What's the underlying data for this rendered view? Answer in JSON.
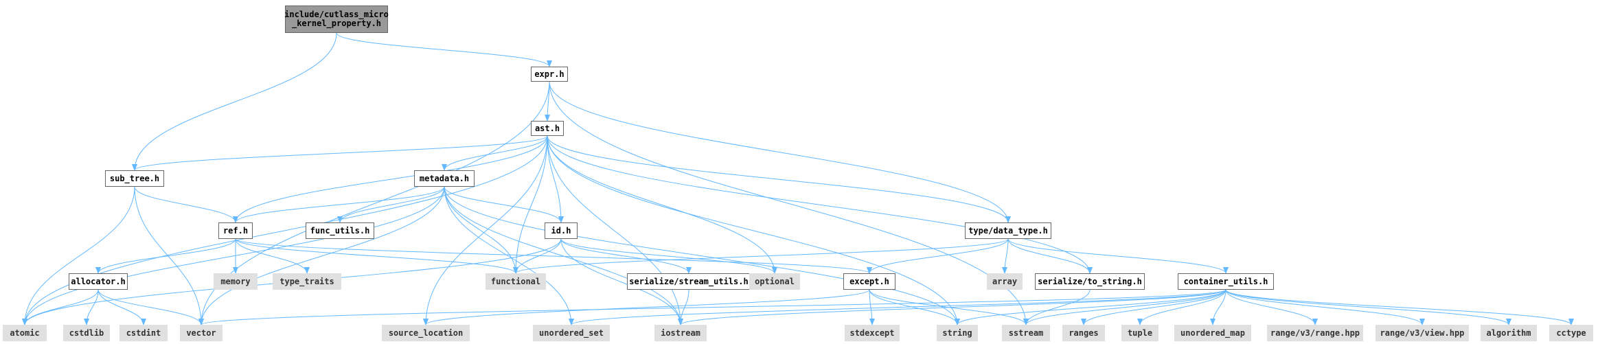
{
  "nodes": {
    "root": "include/cutlass_micro\n_kernel_property.h",
    "expr": "expr.h",
    "ast": "ast.h",
    "sub_tree": "sub_tree.h",
    "metadata": "metadata.h",
    "ref": "ref.h",
    "func_utils": "func_utils.h",
    "id": "id.h",
    "type_data_type": "type/data_type.h",
    "allocator": "allocator.h",
    "memory": "memory",
    "type_traits": "type_traits",
    "functional": "functional",
    "serialize_stream_utils": "serialize/stream_utils.h",
    "optional": "optional",
    "except": "except.h",
    "array": "array",
    "serialize_to_string": "serialize/to_string.h",
    "container_utils": "container_utils.h",
    "atomic": "atomic",
    "cstdlib": "cstdlib",
    "cstdint": "cstdint",
    "vector": "vector",
    "source_location": "source_location",
    "unordered_set": "unordered_set",
    "iostream": "iostream",
    "stdexcept": "stdexcept",
    "string": "string",
    "sstream": "sstream",
    "ranges": "ranges",
    "tuple": "tuple",
    "unordered_map": "unordered_map",
    "range_v3_range": "range/v3/range.hpp",
    "range_v3_view": "range/v3/view.hpp",
    "algorithm": "algorithm",
    "cctype": "cctype"
  },
  "edges": [
    [
      "root",
      "expr"
    ],
    [
      "root",
      "sub_tree"
    ],
    [
      "expr",
      "ast"
    ],
    [
      "expr",
      "vector"
    ],
    [
      "expr",
      "type_data_type"
    ],
    [
      "expr",
      "sstream"
    ],
    [
      "ast",
      "sub_tree"
    ],
    [
      "ast",
      "metadata"
    ],
    [
      "ast",
      "ref"
    ],
    [
      "ast",
      "id"
    ],
    [
      "ast",
      "type_data_type"
    ],
    [
      "ast",
      "functional"
    ],
    [
      "ast",
      "optional"
    ],
    [
      "ast",
      "serialize_to_string"
    ],
    [
      "ast",
      "atomic"
    ],
    [
      "ast",
      "source_location"
    ],
    [
      "ast",
      "iostream"
    ],
    [
      "ast",
      "string"
    ],
    [
      "sub_tree",
      "ref"
    ],
    [
      "sub_tree",
      "atomic"
    ],
    [
      "sub_tree",
      "vector"
    ],
    [
      "metadata",
      "ref"
    ],
    [
      "metadata",
      "func_utils"
    ],
    [
      "metadata",
      "id"
    ],
    [
      "metadata",
      "functional"
    ],
    [
      "metadata",
      "atomic"
    ],
    [
      "metadata",
      "vector"
    ],
    [
      "metadata",
      "unordered_set"
    ],
    [
      "metadata",
      "iostream"
    ],
    [
      "metadata",
      "string"
    ],
    [
      "ref",
      "allocator"
    ],
    [
      "ref",
      "memory"
    ],
    [
      "ref",
      "type_traits"
    ],
    [
      "ref",
      "functional"
    ],
    [
      "ref",
      "except"
    ],
    [
      "id",
      "functional"
    ],
    [
      "id",
      "serialize_stream_utils"
    ],
    [
      "id",
      "optional"
    ],
    [
      "id",
      "iostream"
    ],
    [
      "id",
      "atomic"
    ],
    [
      "type_data_type",
      "functional"
    ],
    [
      "type_data_type",
      "except"
    ],
    [
      "type_data_type",
      "array"
    ],
    [
      "type_data_type",
      "serialize_to_string"
    ],
    [
      "type_data_type",
      "container_utils"
    ],
    [
      "allocator",
      "atomic"
    ],
    [
      "allocator",
      "cstdlib"
    ],
    [
      "allocator",
      "cstdint"
    ],
    [
      "allocator",
      "vector"
    ],
    [
      "serialize_stream_utils",
      "iostream"
    ],
    [
      "except",
      "stdexcept"
    ],
    [
      "except",
      "string"
    ],
    [
      "except",
      "sstream"
    ],
    [
      "except",
      "source_location"
    ],
    [
      "serialize_to_string",
      "sstream"
    ],
    [
      "container_utils",
      "vector"
    ],
    [
      "container_utils",
      "unordered_set"
    ],
    [
      "container_utils",
      "iostream"
    ],
    [
      "container_utils",
      "string"
    ],
    [
      "container_utils",
      "sstream"
    ],
    [
      "container_utils",
      "ranges"
    ],
    [
      "container_utils",
      "tuple"
    ],
    [
      "container_utils",
      "unordered_map"
    ],
    [
      "container_utils",
      "range_v3_range"
    ],
    [
      "container_utils",
      "range_v3_view"
    ],
    [
      "container_utils",
      "algorithm"
    ],
    [
      "container_utils",
      "cctype"
    ]
  ],
  "colors": {
    "edge": "#63b8ff",
    "local_fill": "#ffffff",
    "local_border": "#666666",
    "sys_fill": "#e0e0e0",
    "root_fill": "#999999"
  }
}
